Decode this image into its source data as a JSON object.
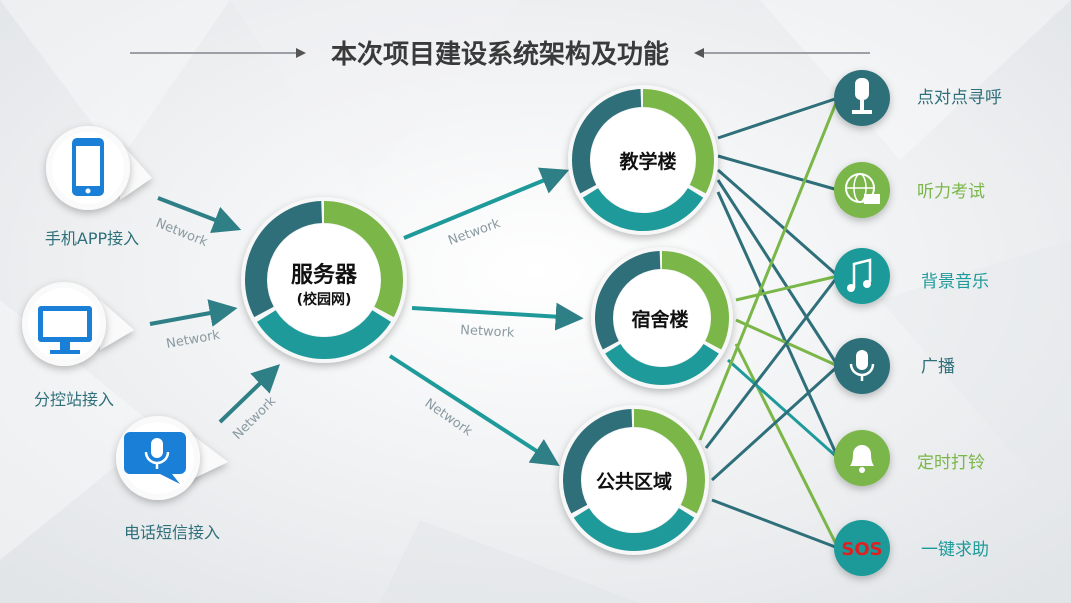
{
  "title": "本次项目建设系统架构及功能",
  "colors": {
    "teal_dark": "#2e6f7a",
    "teal": "#1f9a9a",
    "green": "#7ab648",
    "red": "#e02020",
    "blue": "#1a7fd6"
  },
  "server": {
    "title": "服务器",
    "subtitle": "(校园网)"
  },
  "access": [
    {
      "label": "手机APP接入",
      "icon": "smartphone-icon"
    },
    {
      "label": "分控站接入",
      "icon": "monitor-icon"
    },
    {
      "label": "电话短信接入",
      "icon": "microphone-chat-icon"
    }
  ],
  "buildings": [
    {
      "label": "教学楼"
    },
    {
      "label": "宿舍楼"
    },
    {
      "label": "公共区域"
    }
  ],
  "functions": [
    {
      "label": "点对点寻呼",
      "icon": "microphone-stand-icon"
    },
    {
      "label": "听力考试",
      "icon": "globe-laptop-icon"
    },
    {
      "label": "背景音乐",
      "icon": "music-note-icon"
    },
    {
      "label": "广播",
      "icon": "microphone-icon"
    },
    {
      "label": "定时打铃",
      "icon": "bell-icon"
    },
    {
      "label": "一键求助",
      "icon": "sos-icon",
      "badge": "SOS"
    }
  ],
  "network_label": "Network"
}
